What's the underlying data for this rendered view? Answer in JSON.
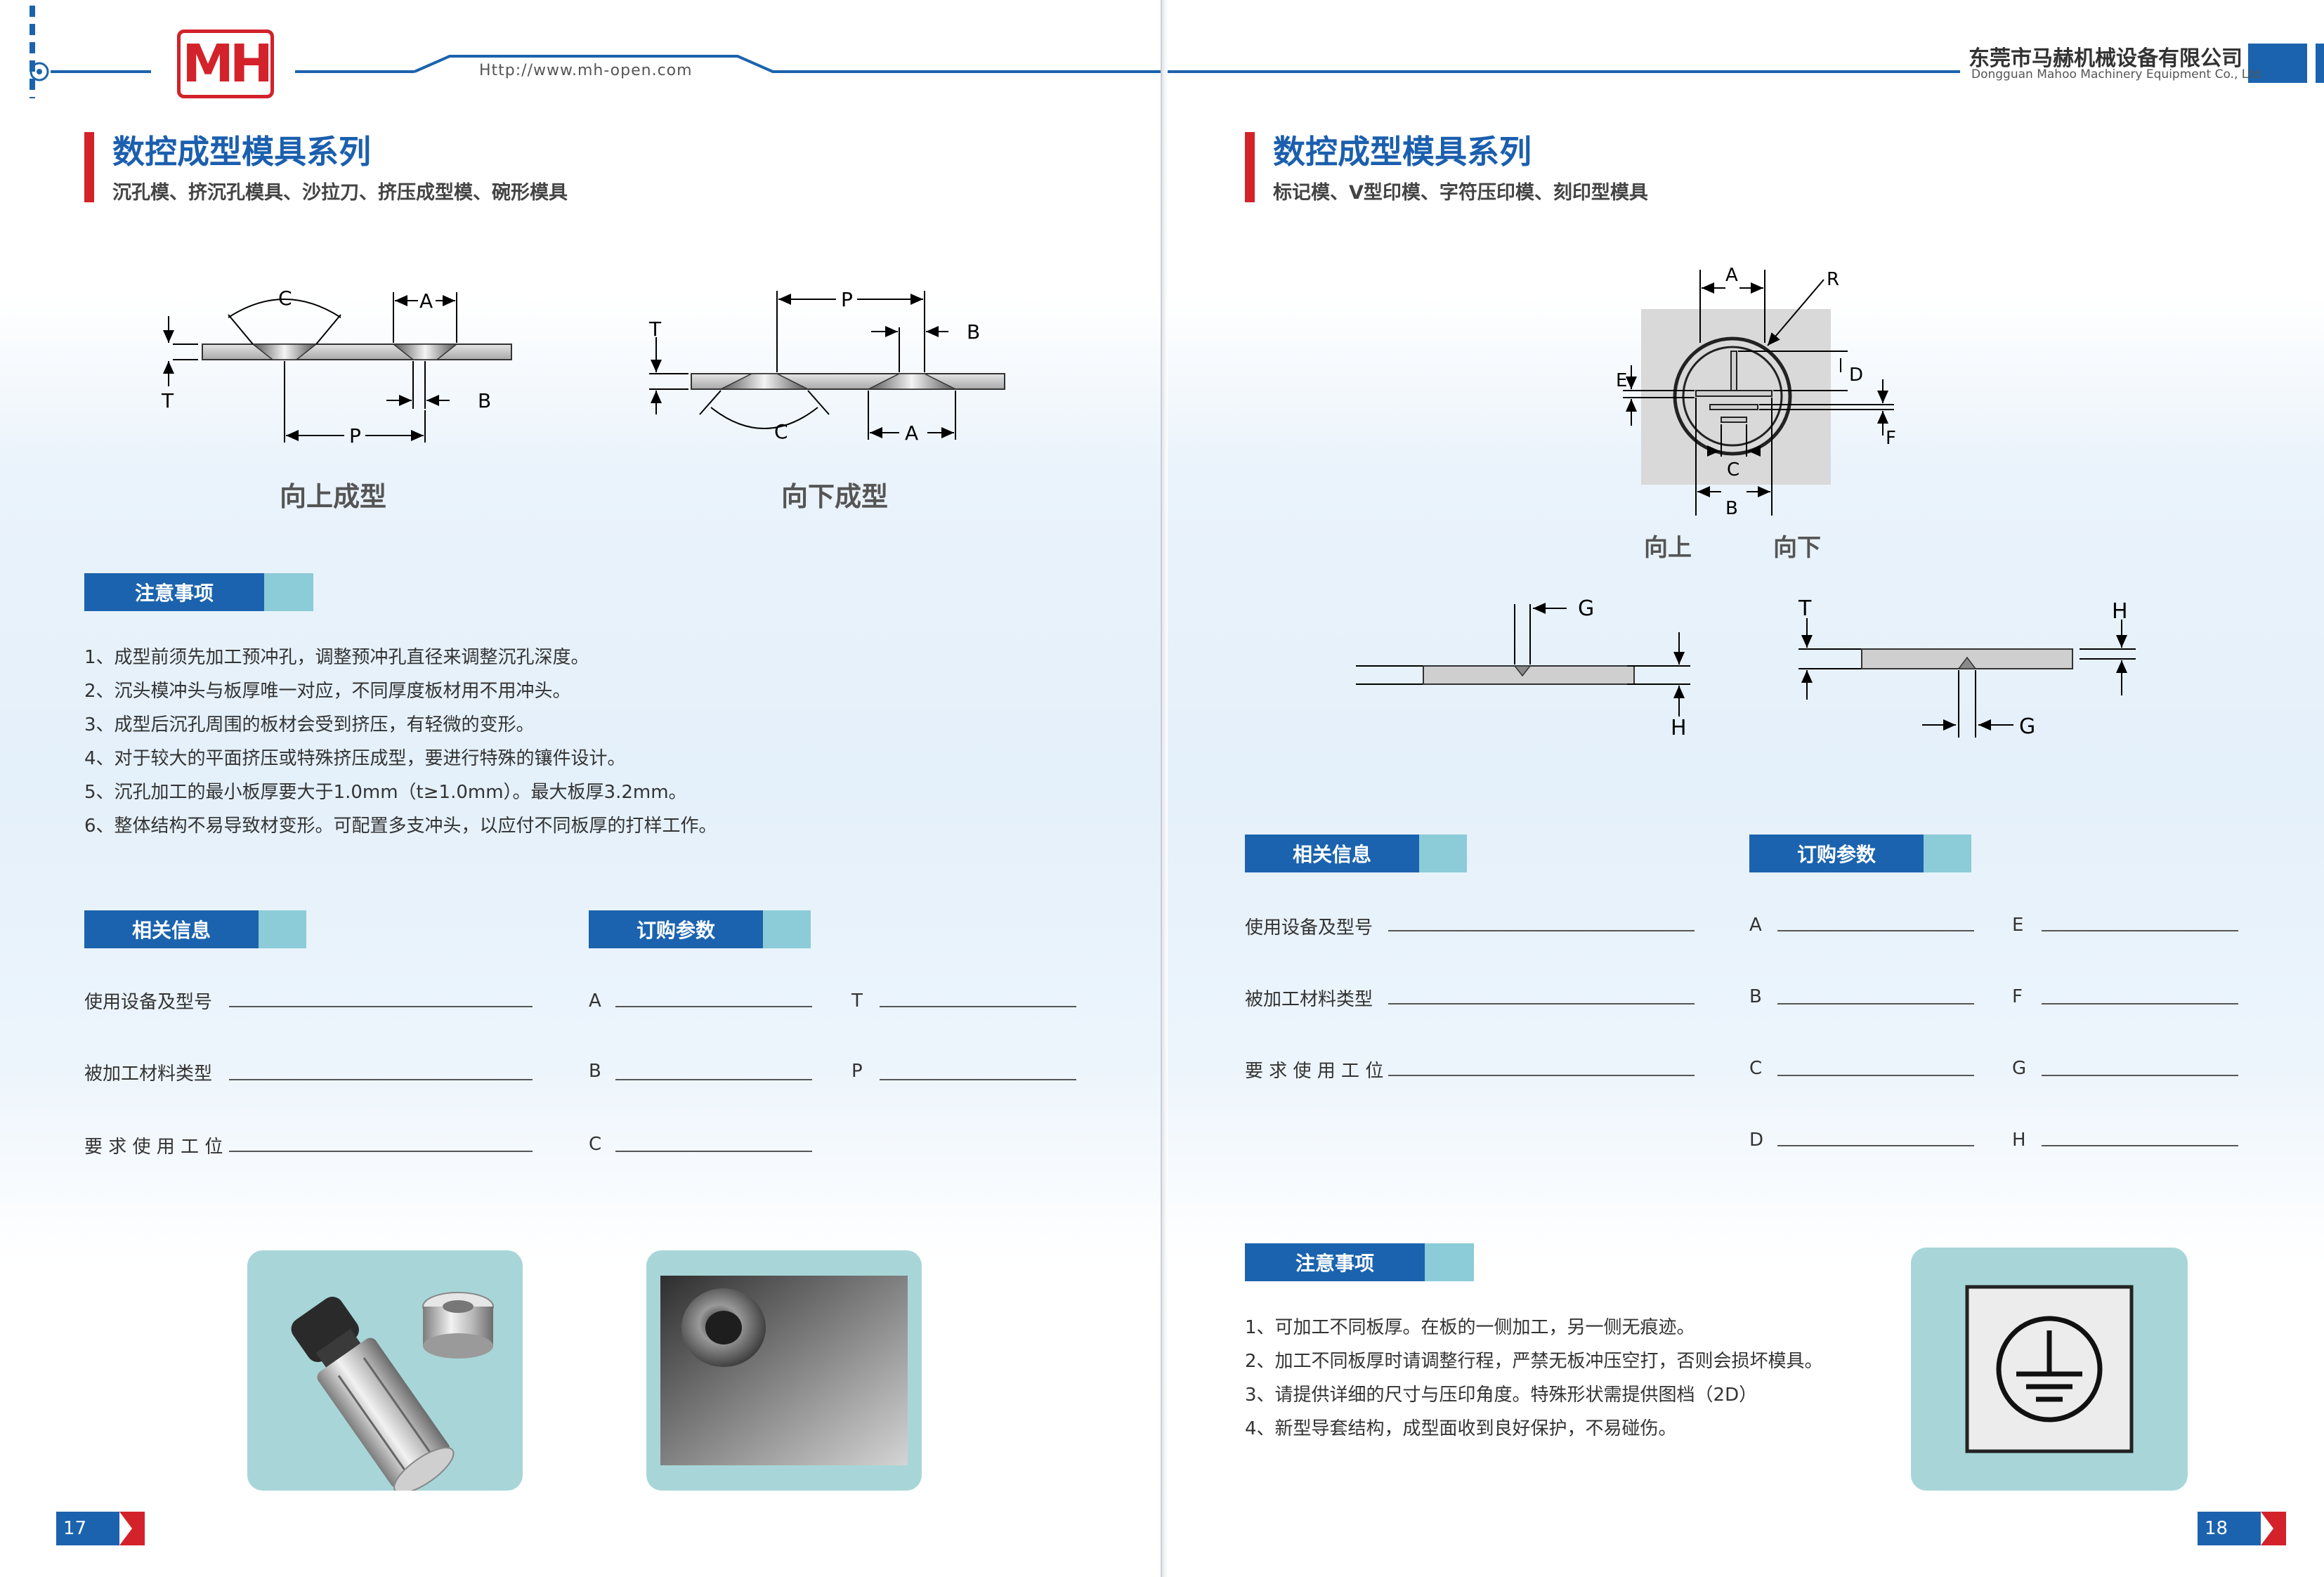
{
  "header": {
    "logo_text": "MH",
    "url": "Http://www.mh-open.com",
    "company_cn": "东莞市马赫机械设备有限公司",
    "company_en": "Dongguan Mahoo Machinery Equipment Co., Ltd"
  },
  "left_page": {
    "title": "数控成型模具系列",
    "subtitle": "沉孔模、挤沉孔模具、沙拉刀、挤压成型模、碗形模具",
    "diagram_up": {
      "caption": "向上成型",
      "labels": {
        "c": "C",
        "a": "A",
        "t": "T",
        "b": "B",
        "p": "P"
      }
    },
    "diagram_down": {
      "caption": "向下成型",
      "labels": {
        "p": "P",
        "b": "B",
        "t": "T",
        "c": "C",
        "a": "A"
      }
    },
    "notes": {
      "header": "注意事项",
      "items": [
        "1、成型前须先加工预冲孔，调整预冲孔直径来调整沉孔深度。",
        "2、沉头模冲头与板厚唯一对应，不同厚度板材用不用冲头。",
        "3、成型后沉孔周围的板材会受到挤压，有轻微的变形。",
        "4、对于较大的平面挤压或特殊挤压成型，要进行特殊的镶件设计。",
        "5、沉孔加工的最小板厚要大于1.0mm（t≥1.0mm）。最大板厚3.2mm。",
        "6、整体结构不易导致材变形。可配置多支冲头，以应付不同板厚的打样工作。"
      ]
    },
    "info": {
      "header": "相关信息",
      "fields": [
        "使用设备及型号",
        "被加工材料类型",
        "要 求 使 用 工 位"
      ]
    },
    "order": {
      "header": "订购参数",
      "col1": [
        "A",
        "B",
        "C"
      ],
      "col2": [
        "T",
        "P"
      ]
    },
    "page_number": "17"
  },
  "right_page": {
    "title": "数控成型模具系列",
    "subtitle": "标记模、V型印模、字符压印模、刻印型模具",
    "mark_diagram": {
      "labels": {
        "a": "A",
        "r": "R",
        "d": "D",
        "e": "E",
        "f": "F",
        "c": "C",
        "b": "B"
      },
      "caption_up": "向上",
      "caption_down": "向下"
    },
    "v_diagram_left": {
      "labels": {
        "g": "G",
        "h": "H"
      }
    },
    "v_diagram_right": {
      "labels": {
        "t": "T",
        "h": "H",
        "g": "G"
      }
    },
    "info": {
      "header": "相关信息",
      "fields": [
        "使用设备及型号",
        "被加工材料类型",
        "要 求 使 用 工 位"
      ]
    },
    "order": {
      "header": "订购参数",
      "col1": [
        "A",
        "B",
        "C",
        "D"
      ],
      "col2": [
        "E",
        "F",
        "G",
        "H"
      ]
    },
    "notes": {
      "header": "注意事项",
      "items": [
        "1、可加工不同板厚。在板的一侧加工，另一侧无痕迹。",
        "2、加工不同板厚时请调整行程，严禁无板冲压空打，否则会损坏模具。",
        "3、请提供详细的尺寸与压印角度。特殊形状需提供图档（2D）",
        "4、新型导套结构，成型面收到良好保护，不易碰伤。"
      ]
    },
    "page_number": "18"
  },
  "colors": {
    "brand_blue": "#1b63ae",
    "accent_red": "#d3222a",
    "light_teal": "#8ccbd8",
    "card_teal": "#a8d6d8"
  }
}
